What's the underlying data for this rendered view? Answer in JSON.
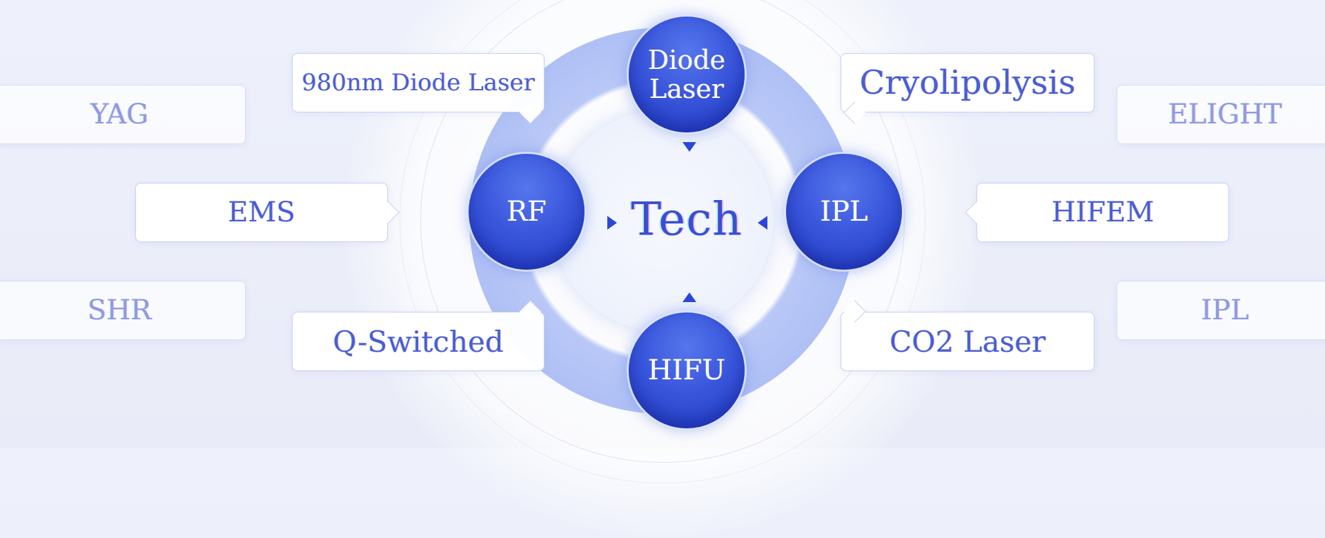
{
  "center": {
    "label": "Tech"
  },
  "nodes": {
    "top": "Diode Laser",
    "left": "RF",
    "right": "IPL",
    "bottom": "HIFU"
  },
  "inner_tags": {
    "top_left": "980nm Diode Laser",
    "top_right": "Cryolipolysis",
    "bottom_left": "Q-Switched",
    "bottom_right": "CO2 Laser"
  },
  "outer_tags": {
    "left_top": "YAG",
    "left_mid": "EMS",
    "left_bottom": "SHR",
    "right_top": "ELIGHT",
    "right_mid": "HIFEM",
    "right_bottom": "IPL"
  }
}
